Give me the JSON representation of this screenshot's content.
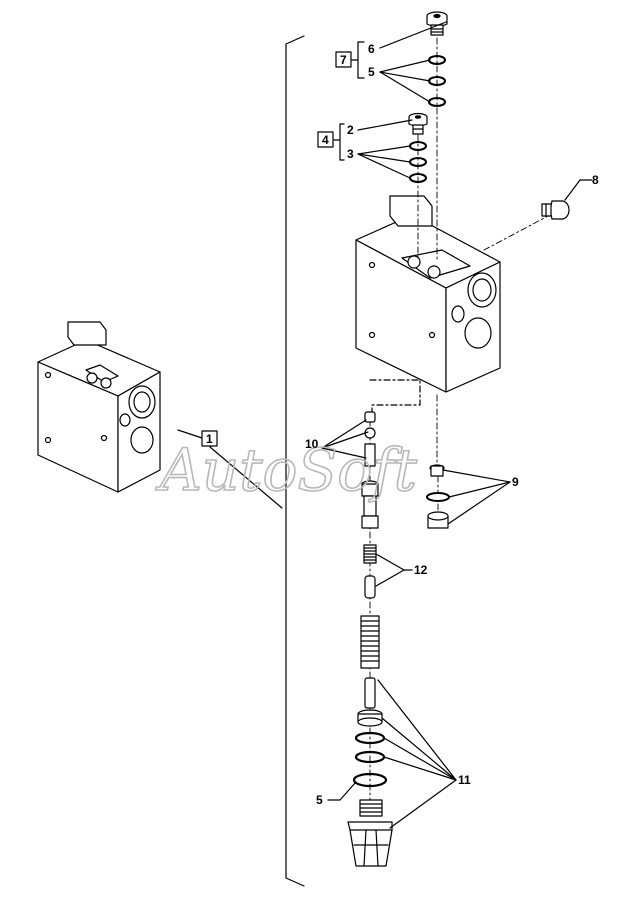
{
  "watermark": "AutoSoft",
  "callouts": {
    "c1": "1",
    "c2": "2",
    "c3": "3",
    "c4": "4",
    "c5a": "5",
    "c5b": "5",
    "c6": "6",
    "c7": "7",
    "c8": "8",
    "c9": "9",
    "c10": "10",
    "c11": "11",
    "c12": "12"
  }
}
